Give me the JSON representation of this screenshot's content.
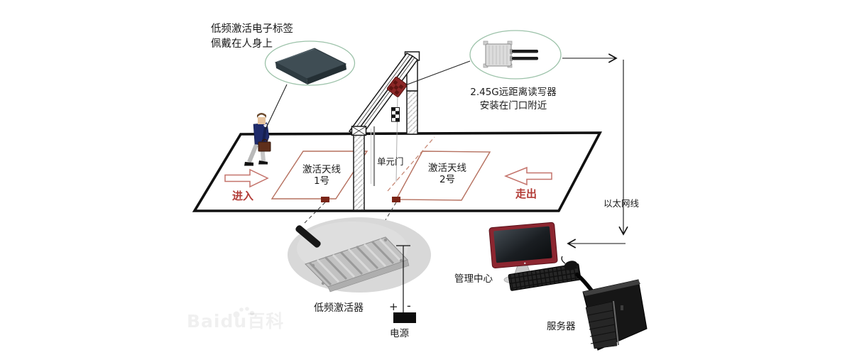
{
  "callouts": {
    "tag": {
      "line1": "低频激活电子标签",
      "line2": "佩戴在人身上"
    },
    "reader": {
      "line1": "2.45G远距离读写器",
      "line2": "安装在门口附近"
    }
  },
  "zones": [
    {
      "line1": "激活天线",
      "line2": "1号"
    },
    {
      "line1": "激活天线",
      "line2": "2号"
    }
  ],
  "door_label": "单元门",
  "flow": {
    "enter": "进入",
    "exit": "走出"
  },
  "ethernet_label": "以太网线",
  "activator_label": "低频激活器",
  "power": {
    "plus": "+",
    "minus": "-",
    "label": "电源"
  },
  "management_label": "管理中心",
  "server_label": "服务器",
  "watermark": "Baidu百科",
  "colors": {
    "flow_red": "#b23b36",
    "zone_outline": "#b5705f",
    "callout_ellipse": "#9cc2a9",
    "reader_mount": "#8b2626",
    "monitor_bezel": "#8c2630",
    "line_black": "#1a1a1a"
  }
}
